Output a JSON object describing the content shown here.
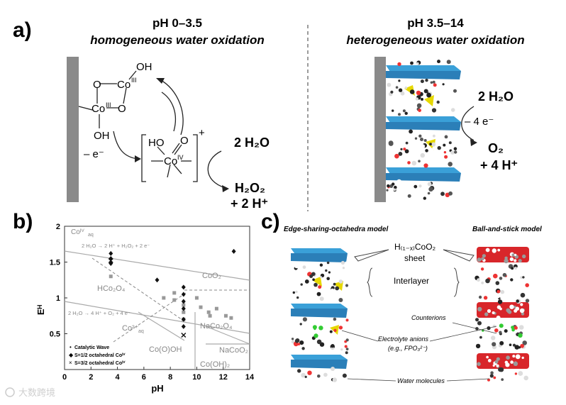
{
  "panels": {
    "a": {
      "label": "a)",
      "left": {
        "ph": "pH 0–3.5",
        "subtitle": "homogeneous water oxidation"
      },
      "right": {
        "ph": "pH 3.5–14",
        "subtitle": "heterogeneous water oxidation"
      },
      "struct": {
        "oh": "OH",
        "o": "O",
        "co3": "Co",
        "co3_sup": "III",
        "ho": "HO",
        "co4": "Co",
        "co4_sup": "IV",
        "plus": "+",
        "minus_e": "– e⁻",
        "water": "2 H₂O",
        "h2o2": "H₂O₂",
        "plus_2h": "+ 2 H⁺",
        "hetero_water": "2 H₂O",
        "hetero_minus4e": "– 4 e⁻",
        "o2": "O₂",
        "plus_4h": "+ 4 H⁺"
      }
    },
    "b": {
      "label": "b)",
      "ylabel": "Eᴴ",
      "xlabel": "pH",
      "region_labels": {
        "co_top": "Coᴵⱽ",
        "co_top_sub": "aq",
        "co2": "CoO₂",
        "hco2o4": "HCo₂O₄",
        "co2aq": "Co²⁺",
        "co2aq_sub": "aq",
        "cooh": "Co(O)OH",
        "naco2o4": "NaCo₂O₄",
        "naco2": "NaCoO₂",
        "coOH2": "Co(OH)₂",
        "rxn1": "2 H₂O → 2 H⁺ + H₂O₂ + 2 e⁻",
        "rxn2": "2 H₂O → 4 H⁺ + O₂ + 4 e⁻"
      },
      "legend": [
        {
          "marker": "•",
          "label": "Catalytic Wave"
        },
        {
          "marker": "◆",
          "label": "S=1/2 octahedral Coᴵⱽ"
        },
        {
          "marker": "×",
          "label": "S=3/2 octahedral Coᴵⱽ"
        }
      ]
    },
    "c": {
      "label": "c)",
      "model_left": "Edge-sharing-octahedra model",
      "model_right": "Ball-and-stick model",
      "sheet": "H₍₁₋ₓ₎CoO₂",
      "sheet2": "sheet",
      "interlayer": "Interlayer",
      "counterions": "Counterions",
      "anions": "Electrolyte anions",
      "anions_eg": "(e.g., FPO₃²⁻)",
      "water": "Water molecules"
    }
  },
  "watermark": "大数跨境",
  "chart_data": {
    "type": "scatter",
    "title": "",
    "xlabel": "pH",
    "ylabel": "Eᴴ",
    "xlim": [
      0,
      14
    ],
    "ylim": [
      0,
      2
    ],
    "xticks": [
      0,
      2,
      4,
      6,
      8,
      10,
      12,
      14
    ],
    "yticks": [
      0.5,
      1,
      1.5,
      2
    ],
    "ytick_labels": [
      "0.5",
      "1",
      "1.5",
      "2"
    ],
    "series": [
      {
        "name": "Catalytic Wave",
        "marker": "square",
        "x": [
          3.5,
          7.5,
          8.3,
          8.3,
          9.0,
          9.0,
          9.0,
          10.0,
          10.3,
          10.9,
          11.0,
          11.5,
          12.2,
          12.6
        ],
        "y": [
          1.3,
          1.0,
          1.07,
          0.97,
          0.9,
          0.8,
          0.7,
          1.0,
          0.87,
          0.8,
          0.75,
          0.85,
          0.75,
          0.72
        ]
      },
      {
        "name": "S=1/2 octahedral Coᴵⱽ",
        "marker": "diamond",
        "x": [
          3.5,
          3.5,
          3.5,
          7.0,
          9.0,
          9.0,
          9.0,
          9.0,
          9.0,
          9.0,
          12.8
        ],
        "y": [
          1.62,
          1.55,
          1.48,
          1.25,
          1.15,
          1.05,
          0.95,
          0.85,
          0.7,
          0.6,
          1.65
        ]
      },
      {
        "name": "S=3/2 octahedral Coᴵⱽ",
        "marker": "x",
        "x": [
          3.5,
          9.0
        ],
        "y": [
          1.52,
          0.48
        ]
      }
    ]
  }
}
